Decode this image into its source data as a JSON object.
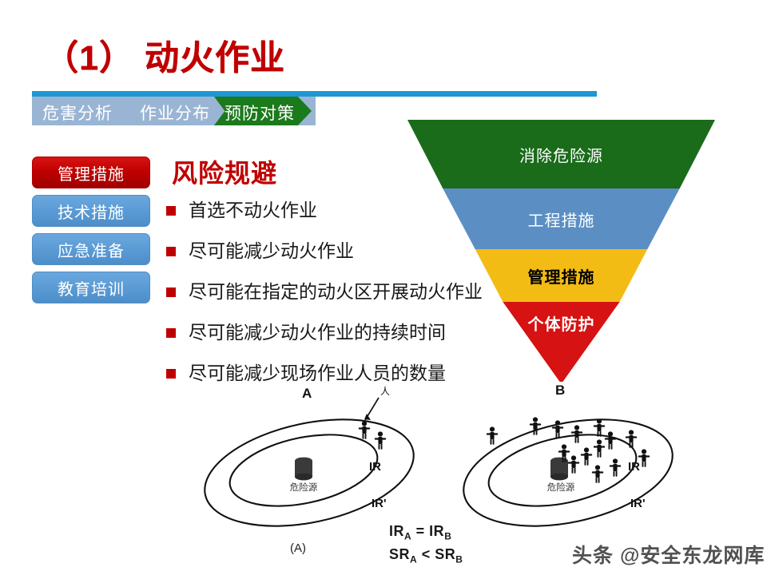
{
  "slide": {
    "title": "（1） 动火作业"
  },
  "tabs": {
    "items": [
      {
        "label": "危害分析",
        "active": false
      },
      {
        "label": "作业分布",
        "active": false
      },
      {
        "label": "预防对策",
        "active": true
      }
    ]
  },
  "sidebar": {
    "items": [
      {
        "label": "管理措施",
        "state": "active",
        "color": "#c00000"
      },
      {
        "label": "技术措施",
        "state": "normal",
        "color": "#5b9bd5"
      },
      {
        "label": "应急准备",
        "state": "normal",
        "color": "#5b9bd5"
      },
      {
        "label": "教育培训",
        "state": "normal",
        "color": "#5b9bd5"
      }
    ]
  },
  "content": {
    "heading": "风险规避",
    "bullets": [
      "首选不动火作业",
      "尽可能减少动火作业",
      "尽可能在指定的动火区开展动火作业",
      "尽可能减少动火作业的持续时间",
      "尽可能减少现场作业人员的数量"
    ]
  },
  "pyramid": {
    "layers": [
      {
        "label": "消除危险源",
        "color": "#1a6b1a"
      },
      {
        "label": "工程措施",
        "color": "#5b8fc4"
      },
      {
        "label": "管理措施",
        "color": "#f3bc14"
      },
      {
        "label": "个体防护",
        "color": "#d61212"
      }
    ],
    "tip_label": "B"
  },
  "diagrams": {
    "group_a": {
      "title": "A",
      "caption": "(A)",
      "person_callout": "人",
      "hazard_label": "危险源",
      "inner_ring_label": "IR",
      "outer_ring_label": "IR'",
      "person_count": 2
    },
    "group_b": {
      "title": "B",
      "hazard_label": "危险源",
      "inner_ring_label": "IR",
      "outer_ring_label": "IR'",
      "person_count": 14
    },
    "formula_line1": "IRA = IRB",
    "formula_line2": "SRA < SRB"
  },
  "watermark": {
    "text": "头条 @安全东龙网库"
  }
}
